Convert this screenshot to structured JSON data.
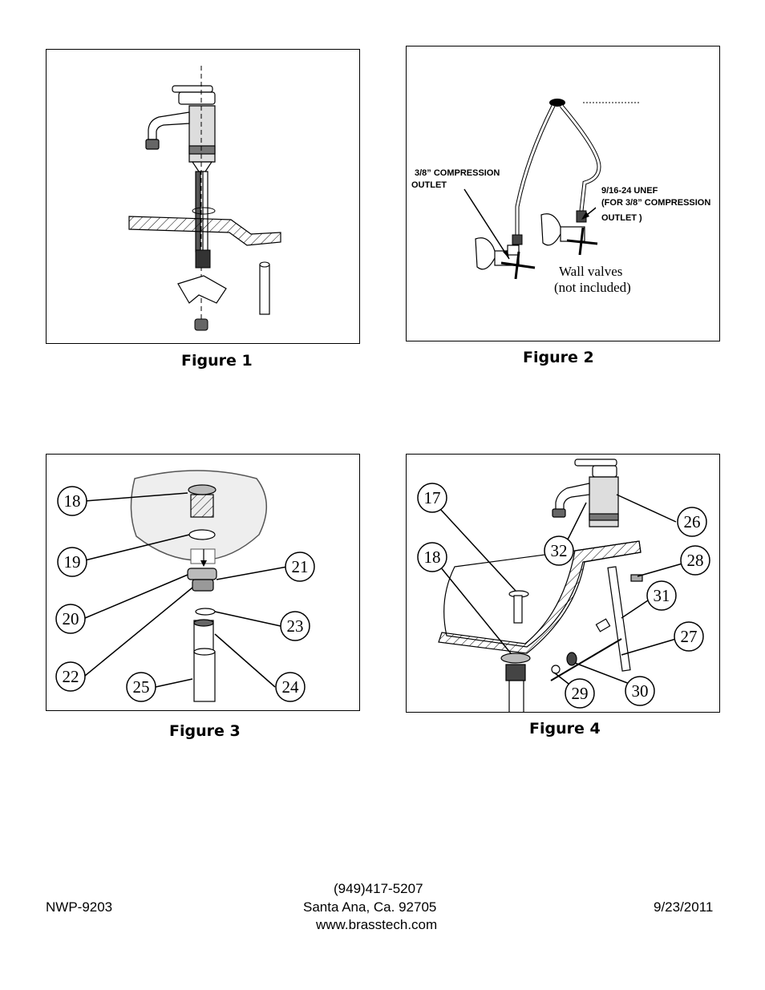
{
  "figure1": {
    "caption": "Figure 1"
  },
  "figure2": {
    "caption": "Figure 2",
    "label_compression_line1": "3/8” COMPRESSION",
    "label_compression_line2": "OUTLET",
    "label_unef_line1": "9/16-24 UNEF",
    "label_unef_line2": "(FOR 3/8” COMPRESSION",
    "label_unef_line3": "OUTLET )",
    "wall_valves_line1": "Wall valves",
    "wall_valves_line2": "(not included)"
  },
  "figure3": {
    "caption": "Figure 3",
    "callouts": [
      "18",
      "19",
      "20",
      "21",
      "22",
      "23",
      "24",
      "25"
    ]
  },
  "figure4": {
    "caption": "Figure 4",
    "callouts": [
      "17",
      "18",
      "32",
      "26",
      "28",
      "31",
      "27",
      "29",
      "30"
    ]
  },
  "footer": {
    "model": "NWP-9203",
    "phone": "(949)417-5207",
    "address": "Santa Ana, Ca. 92705",
    "website": "www.brasstech.com",
    "date": "9/23/2011"
  }
}
